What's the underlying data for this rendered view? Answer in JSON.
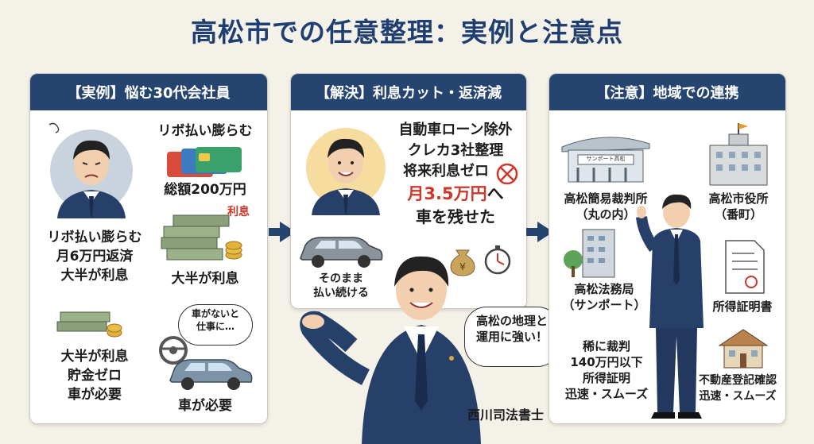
{
  "title": "高松市での任意整理：実例と注意点",
  "colors": {
    "navy": "#25446f",
    "accent_red": "#d0372a",
    "background": "#f4f1e8"
  },
  "panel1": {
    "header": "【実例】悩む30代会社員",
    "card_label": "リボ払い膨らむ",
    "card_total": "総額200万円",
    "interest_tag": "利息",
    "left_text": [
      "リボ払い膨らむ",
      "月6万円返済",
      "大半が利息"
    ],
    "money_label": "大半が利息",
    "bottom_left": [
      "大半が利息",
      "貯金ゼロ",
      "車が必要"
    ],
    "car_bubble": [
      "車がないと",
      "仕事に…"
    ],
    "car_label": "車が必要"
  },
  "panel2": {
    "header": "【解決】利息カット・返済減",
    "lines": [
      "自動車ローン除外",
      "クレカ3社整理",
      "将来利息ゼロ"
    ],
    "monthly": "月3.5万円",
    "monthly_suffix": "へ",
    "keep_car": "車を残せた",
    "car_caption": [
      "そのまま",
      "払い続ける"
    ]
  },
  "panel3": {
    "header": "【注意】地域での連携",
    "court_sign": "サンポート高松",
    "court": [
      "高松簡易裁判所",
      "（丸の内）"
    ],
    "city_hall": [
      "高松市役所",
      "（番町）"
    ],
    "legal_bureau": [
      "高松法務局",
      "（サンポート）"
    ],
    "income_doc": "所得証明書",
    "notes": [
      "稀に裁判",
      "140万円以下",
      "所得証明",
      "迅速・スムーズ"
    ],
    "registry": [
      "不動産登記確認",
      "迅速・スムーズ"
    ]
  },
  "speaker": {
    "bubble": [
      "高松の地理と",
      "運用に強い！"
    ],
    "name": "西川司法書士"
  }
}
